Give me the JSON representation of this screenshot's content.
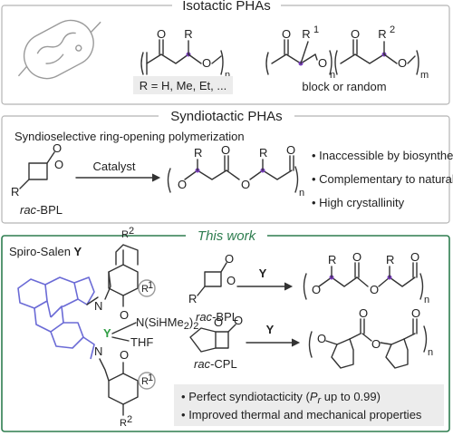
{
  "colors": {
    "accent_green": "#2e7d4f",
    "panel_border": "#b5b5b5",
    "highlight_box": "#ececec",
    "purple_stereocenter": "#7b3fbf",
    "ligand_blue": "#6b6bd6",
    "yttrium_green": "#2f9e44"
  },
  "icons": [
    "bacterium-icon",
    "arrow-icon"
  ],
  "isotactic": {
    "title": "Isotactic PHAs",
    "r_definition": "R = H, Me, Et, ...",
    "copolymer_caption": "block or random",
    "label_R": "R",
    "label_R1": "R",
    "sup_1": "1",
    "label_R2": "R",
    "sup_2": "2",
    "atom_O": "O",
    "sub_n": "n",
    "sub_m": "m"
  },
  "syndiotactic": {
    "title": "Syndiotactic PHAs",
    "subtitle": "Syndioselective ring-opening polymerization",
    "catalyst_label": "Catalyst",
    "monomer_label": "rac-BPL",
    "monomer_prefix": "rac",
    "monomer_suffix": "-BPL",
    "label_R": "R",
    "atom_O": "O",
    "sub_n": "n",
    "features": [
      "Inaccessible by biosynthesis",
      "Complementary to natural PHAs",
      "High crystallinity"
    ]
  },
  "this_work": {
    "title": "This work",
    "catalyst_name_prefix": "Spiro-Salen ",
    "catalyst_name_bold": "Y",
    "metal": "Y",
    "ligand_amide": "N(SiHMe",
    "ligand_amide_sub": "2",
    "ligand_amide_close": ")",
    "ligand_amide_sub2": "2",
    "ligand_thf": "THF",
    "atom_N": "N",
    "atom_O": "O",
    "label_R": "R",
    "sup_1": "1",
    "sup_2": "2",
    "reaction1": {
      "monomer_prefix": "rac",
      "monomer_suffix": "-BPL",
      "reagent": "Y",
      "sub_n": "n"
    },
    "reaction2": {
      "monomer_prefix": "rac",
      "monomer_suffix": "-CPL",
      "reagent": "Y",
      "sub_n": "n"
    },
    "results": [
      {
        "pre": "Perfect syndiotacticity (",
        "sym": "P",
        "sym_sub": "r",
        "post": " up to 0.99)"
      },
      {
        "pre": "Improved thermal and mechanical properties",
        "sym": "",
        "sym_sub": "",
        "post": ""
      }
    ],
    "bullet": "•"
  }
}
